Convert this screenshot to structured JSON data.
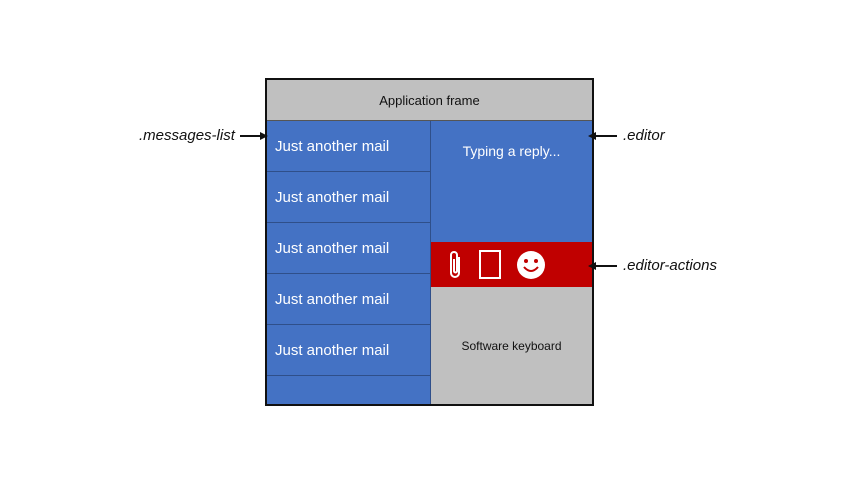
{
  "frame": {
    "title": "Application frame"
  },
  "messages": [
    "Just another mail",
    "Just another mail",
    "Just another mail",
    "Just another mail",
    "Just another mail"
  ],
  "editor": {
    "text": "Typing a reply..."
  },
  "editor_actions": {
    "icons": [
      "paperclip-icon",
      "tablet-icon",
      "smiley-icon"
    ]
  },
  "keyboard": {
    "label": "Software keyboard"
  },
  "callouts": {
    "messages_list": ".messages-list",
    "editor": ".editor",
    "editor_actions": ".editor-actions"
  },
  "colors": {
    "panel_blue": "#4472c4",
    "header_gray": "#c0c0c0",
    "actions_red": "#c00000"
  }
}
